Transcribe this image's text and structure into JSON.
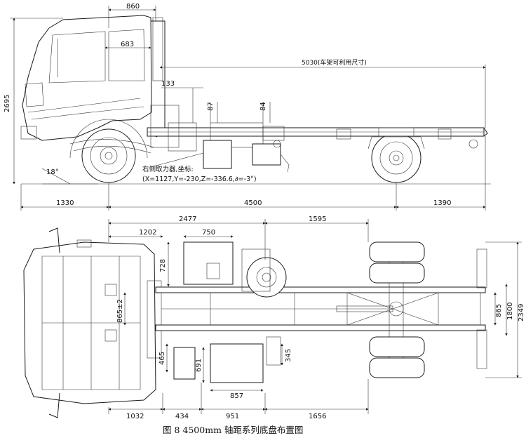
{
  "caption": "图 8   4500mm 轴距系列底盘布置图",
  "side_view": {
    "dims": {
      "cab_front": "860",
      "cab_inner": "683",
      "height_total": "2695",
      "frame_length": "5030(车架可利用尺寸)",
      "dim_133": "133",
      "dim_87": "87",
      "dim_84": "84",
      "angle": "18°",
      "front_overhang": "1330",
      "wheelbase": "4500",
      "rear_overhang": "1390"
    },
    "note_title": "右侧取力器,坐标:",
    "note_coords": "(X=1127,Y=-230,Z=-336.6,∂=-3°)"
  },
  "top_view": {
    "dims": {
      "d2477": "2477",
      "d1595": "1595",
      "d1202": "1202",
      "d750": "750",
      "d728": "728",
      "d865_left": "865±2",
      "d465": "465",
      "d691": "691",
      "d857": "857",
      "d345": "345",
      "d865_right": "865",
      "d1800": "1800",
      "d2349": "2349",
      "b1032": "1032",
      "b434": "434",
      "b951": "951",
      "b1656": "1656"
    }
  }
}
